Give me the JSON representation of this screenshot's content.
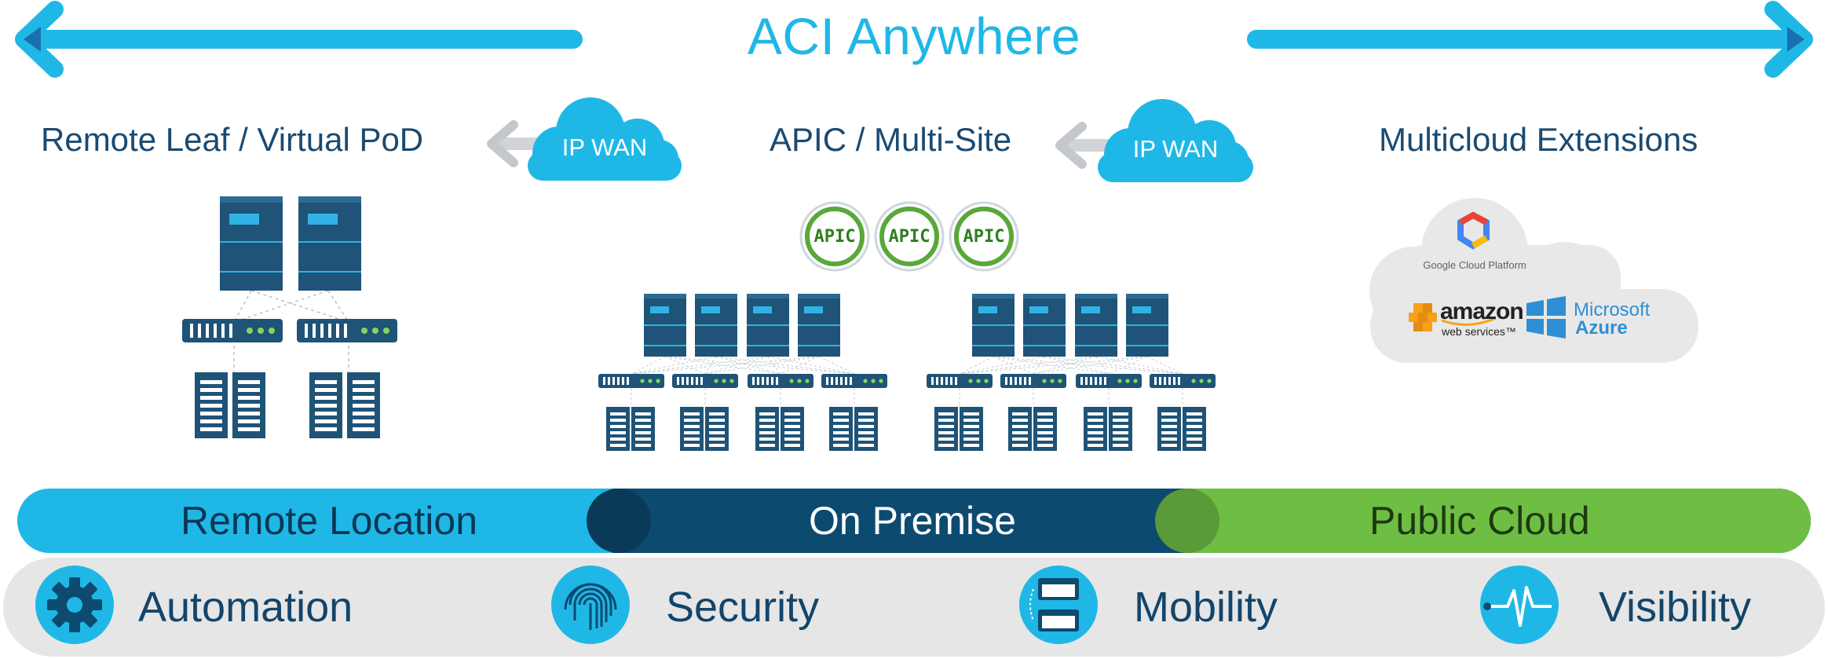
{
  "title": "ACI Anywhere",
  "sections": {
    "remote": "Remote Leaf / Virtual PoD",
    "onprem": "APIC / Multi-Site",
    "cloud": "Multicloud Extensions"
  },
  "wan_labels": [
    "IP WAN",
    "IP WAN"
  ],
  "apic_label": "APIC",
  "cloud_providers": {
    "google": "Google Cloud Platform",
    "amazon_top": "amazon",
    "amazon_bottom": "web services™",
    "microsoft_top": "Microsoft",
    "microsoft_bottom": "Azure"
  },
  "bands": [
    {
      "label": "Remote Location"
    },
    {
      "label": "On Premise"
    },
    {
      "label": "Public Cloud"
    }
  ],
  "features": [
    {
      "label": "Automation",
      "icon": "gear-icon"
    },
    {
      "label": "Security",
      "icon": "fingerprint-icon"
    },
    {
      "label": "Mobility",
      "icon": "mobility-icon"
    },
    {
      "label": "Visibility",
      "icon": "pulse-icon"
    }
  ],
  "colors": {
    "accent": "#1fb8e6",
    "navy": "#0d4a70",
    "green": "#6fbe44",
    "dark_text": "#13456b"
  }
}
